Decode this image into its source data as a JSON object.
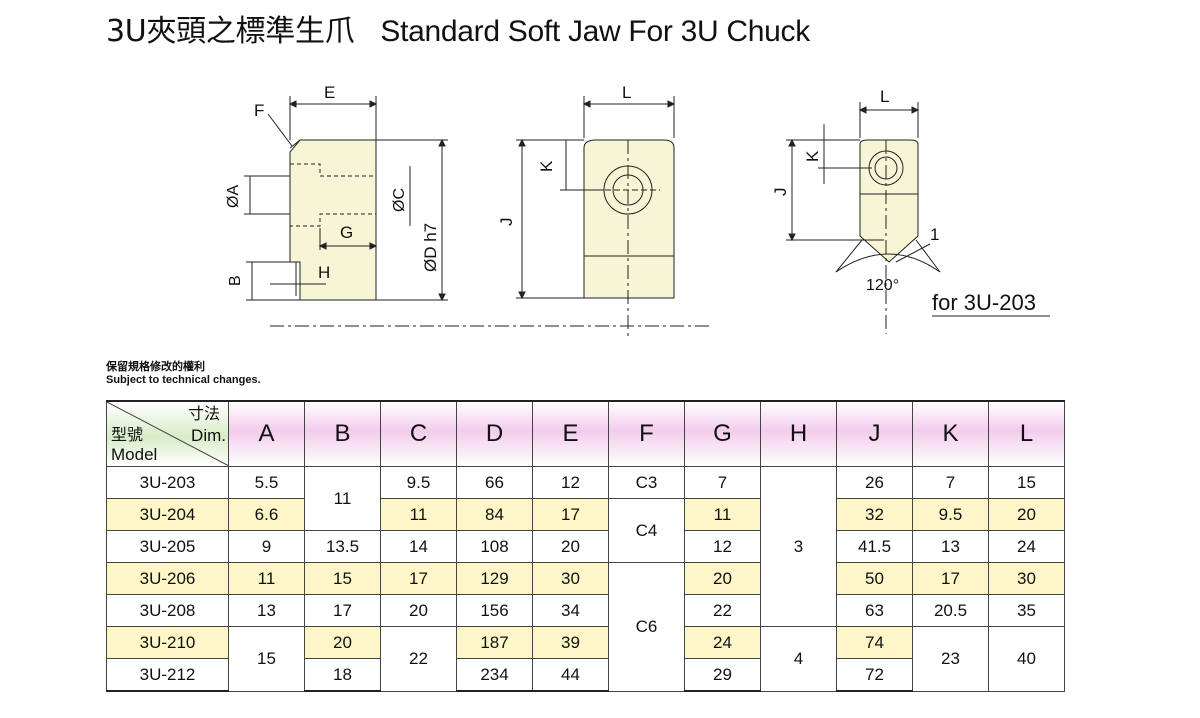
{
  "title": {
    "cn": "3U夾頭之標準生爪",
    "en": "Standard Soft Jaw For 3U Chuck"
  },
  "drawing": {
    "labels": {
      "E": "E",
      "F": "F",
      "A": "ØA",
      "C": "ØC",
      "G": "G",
      "H": "H",
      "B": "B",
      "D": "ØD h7",
      "L1": "L",
      "K1": "K",
      "J1": "J",
      "L2": "L",
      "K2": "K",
      "J2": "J",
      "one": "1",
      "angle": "120°"
    },
    "variant_note": "for 3U-203",
    "colors": {
      "part_fill": "#f8f5d6",
      "line": "#222222"
    }
  },
  "notes": {
    "cn": "保留規格修改的權利",
    "en": "Subject to technical changes."
  },
  "table": {
    "corner": {
      "cn_dim": "寸法",
      "dim": "Dim.",
      "cn_model": "型號",
      "model": "Model"
    },
    "columns": [
      "A",
      "B",
      "C",
      "D",
      "E",
      "F",
      "G",
      "H",
      "J",
      "K",
      "L"
    ],
    "rows": [
      {
        "model": "3U-203",
        "A": "5.5",
        "B": "11",
        "C": "9.5",
        "D": "66",
        "E": "12",
        "F": "C3",
        "G": "7",
        "H": "",
        "J": "26",
        "K": "7",
        "L": "15"
      },
      {
        "model": "3U-204",
        "A": "6.6",
        "B": "",
        "C": "11",
        "D": "84",
        "E": "17",
        "F": "C4",
        "G": "11",
        "H": "3",
        "J": "32",
        "K": "9.5",
        "L": "20"
      },
      {
        "model": "3U-205",
        "A": "9",
        "B": "13.5",
        "C": "14",
        "D": "108",
        "E": "20",
        "F": "",
        "G": "12",
        "H": "",
        "J": "41.5",
        "K": "13",
        "L": "24"
      },
      {
        "model": "3U-206",
        "A": "11",
        "B": "15",
        "C": "17",
        "D": "129",
        "E": "30",
        "F": "C6",
        "G": "20",
        "H": "",
        "J": "50",
        "K": "17",
        "L": "30"
      },
      {
        "model": "3U-208",
        "A": "13",
        "B": "17",
        "C": "20",
        "D": "156",
        "E": "34",
        "F": "",
        "G": "22",
        "H": "",
        "J": "63",
        "K": "20.5",
        "L": "35"
      },
      {
        "model": "3U-210",
        "A": "15",
        "B": "20",
        "C": "22",
        "D": "187",
        "E": "39",
        "F": "",
        "G": "24",
        "H": "4",
        "J": "74",
        "K": "23",
        "L": "40"
      },
      {
        "model": "3U-212",
        "A": "",
        "B": "18",
        "C": "",
        "D": "234",
        "E": "44",
        "F": "",
        "G": "29",
        "H": "",
        "J": "72",
        "K": "",
        "L": ""
      }
    ]
  }
}
